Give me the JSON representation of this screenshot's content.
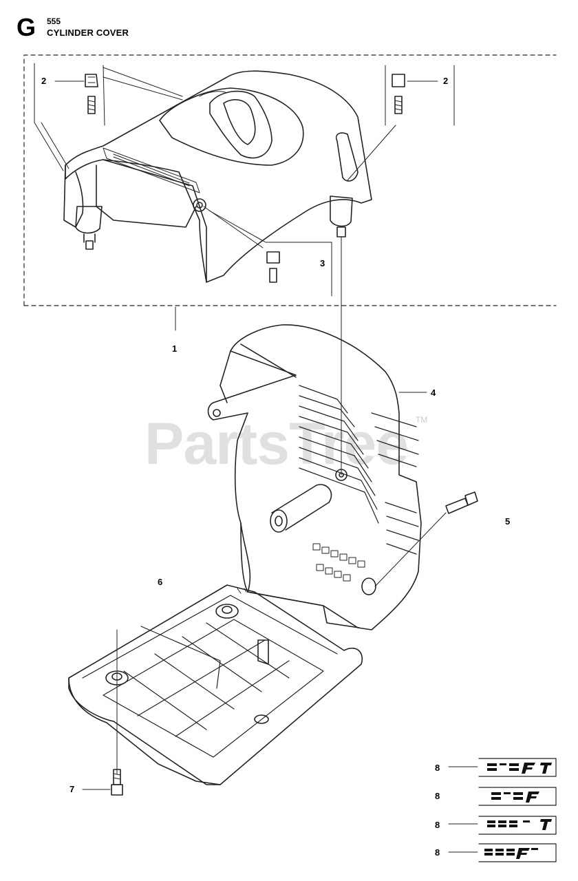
{
  "header": {
    "section_letter": "G",
    "model": "555",
    "title": "CYLINDER COVER"
  },
  "watermark": {
    "text": "PartsTree",
    "tm": "TM"
  },
  "callouts": {
    "c1": "1",
    "c2_left": "2",
    "c2_right": "2",
    "c3": "3",
    "c4": "4",
    "c5": "5",
    "c6": "6",
    "c7": "7"
  },
  "decals": [
    {
      "callout": "8",
      "variant": "full-T"
    },
    {
      "callout": "8",
      "variant": "full"
    },
    {
      "callout": "8",
      "variant": "blocks-T"
    },
    {
      "callout": "8",
      "variant": "blocks-F"
    }
  ]
}
